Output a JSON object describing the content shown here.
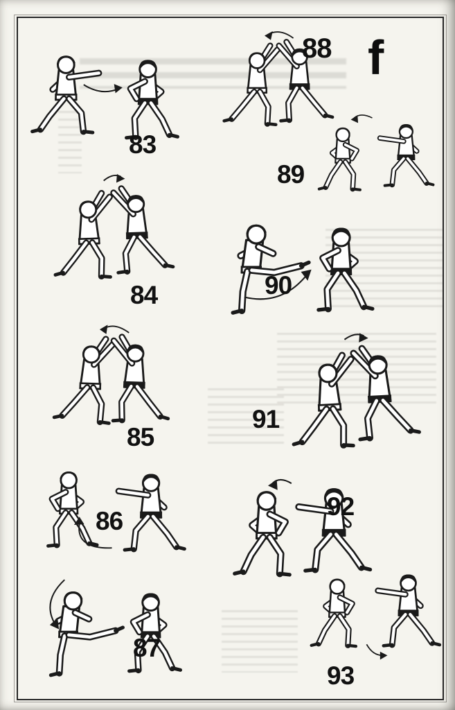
{
  "page": {
    "corner_letter": "f",
    "ink_color": "#1a1a1a",
    "paper_color": "#f5f4ee",
    "figures": [
      {
        "number": "83"
      },
      {
        "number": "84"
      },
      {
        "number": "85"
      },
      {
        "number": "86"
      },
      {
        "number": "87"
      },
      {
        "number": "88"
      },
      {
        "number": "89"
      },
      {
        "number": "90"
      },
      {
        "number": "91"
      },
      {
        "number": "92"
      },
      {
        "number": "93"
      }
    ]
  }
}
